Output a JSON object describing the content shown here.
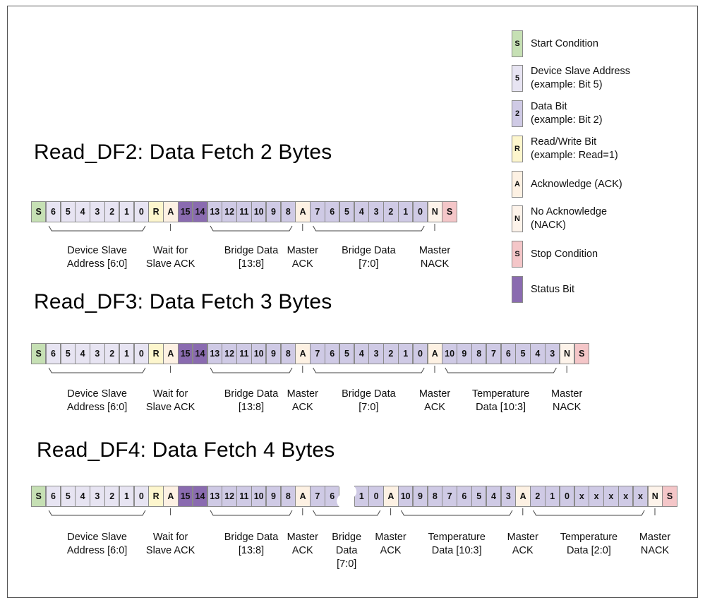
{
  "legend": [
    {
      "glyph": "S",
      "kind": "start",
      "lines": [
        "Start Condition"
      ]
    },
    {
      "glyph": "5",
      "kind": "addr",
      "lines": [
        "Device Slave Address",
        "(example: Bit 5)"
      ]
    },
    {
      "glyph": "2",
      "kind": "data",
      "lines": [
        "Data Bit",
        "(example: Bit 2)"
      ]
    },
    {
      "glyph": "R",
      "kind": "rw",
      "lines": [
        "Read/Write Bit",
        "(example: Read=1)"
      ]
    },
    {
      "glyph": "A",
      "kind": "ack",
      "lines": [
        "Acknowledge (ACK)"
      ]
    },
    {
      "glyph": "N",
      "kind": "nack",
      "lines": [
        "No Acknowledge",
        "(NACK)"
      ]
    },
    {
      "glyph": "S",
      "kind": "stop",
      "lines": [
        "Stop Condition"
      ]
    },
    {
      "glyph": "",
      "kind": "status",
      "lines": [
        "Status Bit"
      ]
    }
  ],
  "frames": [
    {
      "title": "Read_DF2: Data Fetch 2 Bytes",
      "cells": [
        {
          "t": "S",
          "k": "start"
        },
        {
          "t": "6",
          "k": "addr"
        },
        {
          "t": "5",
          "k": "addr"
        },
        {
          "t": "4",
          "k": "addr"
        },
        {
          "t": "3",
          "k": "addr"
        },
        {
          "t": "2",
          "k": "addr"
        },
        {
          "t": "1",
          "k": "addr"
        },
        {
          "t": "0",
          "k": "addr"
        },
        {
          "t": "R",
          "k": "rw"
        },
        {
          "t": "A",
          "k": "ack"
        },
        {
          "t": "15",
          "k": "status"
        },
        {
          "t": "14",
          "k": "status"
        },
        {
          "t": "13",
          "k": "data"
        },
        {
          "t": "12",
          "k": "data"
        },
        {
          "t": "11",
          "k": "data"
        },
        {
          "t": "10",
          "k": "data"
        },
        {
          "t": "9",
          "k": "data"
        },
        {
          "t": "8",
          "k": "data"
        },
        {
          "t": "A",
          "k": "ack"
        },
        {
          "t": "7",
          "k": "data"
        },
        {
          "t": "6",
          "k": "data"
        },
        {
          "t": "5",
          "k": "data"
        },
        {
          "t": "4",
          "k": "data"
        },
        {
          "t": "3",
          "k": "data"
        },
        {
          "t": "2",
          "k": "data"
        },
        {
          "t": "1",
          "k": "data"
        },
        {
          "t": "0",
          "k": "data"
        },
        {
          "t": "N",
          "k": "nack"
        },
        {
          "t": "S",
          "k": "stop"
        }
      ],
      "labels": [
        {
          "lines": [
            "Device Slave",
            "Address [6:0]"
          ],
          "type": "brace",
          "from": 1,
          "to": 7
        },
        {
          "lines": [
            "Wait for",
            "Slave ACK"
          ],
          "type": "tick",
          "at": 9
        },
        {
          "lines": [
            "Bridge Data",
            "[13:8]"
          ],
          "type": "brace",
          "from": 12,
          "to": 17
        },
        {
          "lines": [
            "Master",
            "ACK"
          ],
          "type": "tick",
          "at": 18
        },
        {
          "lines": [
            "Bridge Data",
            "[7:0]"
          ],
          "type": "brace",
          "from": 19,
          "to": 26
        },
        {
          "lines": [
            "Master",
            "NACK"
          ],
          "type": "tick",
          "at": 27
        }
      ]
    },
    {
      "title": "Read_DF3: Data Fetch 3 Bytes",
      "cells": [
        {
          "t": "S",
          "k": "start"
        },
        {
          "t": "6",
          "k": "addr"
        },
        {
          "t": "5",
          "k": "addr"
        },
        {
          "t": "4",
          "k": "addr"
        },
        {
          "t": "3",
          "k": "addr"
        },
        {
          "t": "2",
          "k": "addr"
        },
        {
          "t": "1",
          "k": "addr"
        },
        {
          "t": "0",
          "k": "addr"
        },
        {
          "t": "R",
          "k": "rw"
        },
        {
          "t": "A",
          "k": "ack"
        },
        {
          "t": "15",
          "k": "status"
        },
        {
          "t": "14",
          "k": "status"
        },
        {
          "t": "13",
          "k": "data"
        },
        {
          "t": "12",
          "k": "data"
        },
        {
          "t": "11",
          "k": "data"
        },
        {
          "t": "10",
          "k": "data"
        },
        {
          "t": "9",
          "k": "data"
        },
        {
          "t": "8",
          "k": "data"
        },
        {
          "t": "A",
          "k": "ack"
        },
        {
          "t": "7",
          "k": "data"
        },
        {
          "t": "6",
          "k": "data"
        },
        {
          "t": "5",
          "k": "data"
        },
        {
          "t": "4",
          "k": "data"
        },
        {
          "t": "3",
          "k": "data"
        },
        {
          "t": "2",
          "k": "data"
        },
        {
          "t": "1",
          "k": "data"
        },
        {
          "t": "0",
          "k": "data"
        },
        {
          "t": "A",
          "k": "ack"
        },
        {
          "t": "10",
          "k": "data"
        },
        {
          "t": "9",
          "k": "data"
        },
        {
          "t": "8",
          "k": "data"
        },
        {
          "t": "7",
          "k": "data"
        },
        {
          "t": "6",
          "k": "data"
        },
        {
          "t": "5",
          "k": "data"
        },
        {
          "t": "4",
          "k": "data"
        },
        {
          "t": "3",
          "k": "data"
        },
        {
          "t": "N",
          "k": "nack"
        },
        {
          "t": "S",
          "k": "stop"
        }
      ],
      "labels": [
        {
          "lines": [
            "Device Slave",
            "Address [6:0]"
          ],
          "type": "brace",
          "from": 1,
          "to": 7
        },
        {
          "lines": [
            "Wait for",
            "Slave ACK"
          ],
          "type": "tick",
          "at": 9
        },
        {
          "lines": [
            "Bridge Data",
            "[13:8]"
          ],
          "type": "brace",
          "from": 12,
          "to": 17
        },
        {
          "lines": [
            "Master",
            "ACK"
          ],
          "type": "tick",
          "at": 18
        },
        {
          "lines": [
            "Bridge Data",
            "[7:0]"
          ],
          "type": "brace",
          "from": 19,
          "to": 26
        },
        {
          "lines": [
            "Master",
            "ACK"
          ],
          "type": "tick",
          "at": 27
        },
        {
          "lines": [
            "Temperature",
            "Data [10:3]"
          ],
          "type": "brace",
          "from": 28,
          "to": 35
        },
        {
          "lines": [
            "Master",
            "NACK"
          ],
          "type": "tick",
          "at": 36
        }
      ]
    },
    {
      "title": "Read_DF4: Data Fetch 4 Bytes",
      "cells": [
        {
          "t": "S",
          "k": "start"
        },
        {
          "t": "6",
          "k": "addr"
        },
        {
          "t": "5",
          "k": "addr"
        },
        {
          "t": "4",
          "k": "addr"
        },
        {
          "t": "3",
          "k": "addr"
        },
        {
          "t": "2",
          "k": "addr"
        },
        {
          "t": "1",
          "k": "addr"
        },
        {
          "t": "0",
          "k": "addr"
        },
        {
          "t": "R",
          "k": "rw"
        },
        {
          "t": "A",
          "k": "ack"
        },
        {
          "t": "15",
          "k": "status"
        },
        {
          "t": "14",
          "k": "status"
        },
        {
          "t": "13",
          "k": "data"
        },
        {
          "t": "12",
          "k": "data"
        },
        {
          "t": "11",
          "k": "data"
        },
        {
          "t": "10",
          "k": "data"
        },
        {
          "t": "9",
          "k": "data"
        },
        {
          "t": "8",
          "k": "data"
        },
        {
          "t": "A",
          "k": "ack"
        },
        {
          "t": "7",
          "k": "data"
        },
        {
          "t": "6",
          "k": "data"
        },
        {
          "t": "",
          "k": "gap"
        },
        {
          "t": "1",
          "k": "data"
        },
        {
          "t": "0",
          "k": "data"
        },
        {
          "t": "A",
          "k": "ack"
        },
        {
          "t": "10",
          "k": "data"
        },
        {
          "t": "9",
          "k": "data"
        },
        {
          "t": "8",
          "k": "data"
        },
        {
          "t": "7",
          "k": "data"
        },
        {
          "t": "6",
          "k": "data"
        },
        {
          "t": "5",
          "k": "data"
        },
        {
          "t": "4",
          "k": "data"
        },
        {
          "t": "3",
          "k": "data"
        },
        {
          "t": "A",
          "k": "ack"
        },
        {
          "t": "2",
          "k": "data"
        },
        {
          "t": "1",
          "k": "data"
        },
        {
          "t": "0",
          "k": "data"
        },
        {
          "t": "x",
          "k": "data"
        },
        {
          "t": "x",
          "k": "data"
        },
        {
          "t": "x",
          "k": "data"
        },
        {
          "t": "x",
          "k": "data"
        },
        {
          "t": "x",
          "k": "data"
        },
        {
          "t": "N",
          "k": "nack"
        },
        {
          "t": "S",
          "k": "stop"
        }
      ],
      "labels": [
        {
          "lines": [
            "Device Slave",
            "Address [6:0]"
          ],
          "type": "brace",
          "from": 1,
          "to": 7
        },
        {
          "lines": [
            "Wait for",
            "Slave ACK"
          ],
          "type": "tick",
          "at": 9
        },
        {
          "lines": [
            "Bridge Data",
            "[13:8]"
          ],
          "type": "brace",
          "from": 12,
          "to": 17
        },
        {
          "lines": [
            "Master",
            "ACK"
          ],
          "type": "tick",
          "at": 18
        },
        {
          "lines": [
            "Bridge",
            "Data",
            "[7:0]"
          ],
          "type": "brace",
          "from": 19,
          "to": 23
        },
        {
          "lines": [
            "Master",
            "ACK"
          ],
          "type": "tick",
          "at": 24
        },
        {
          "lines": [
            "Temperature",
            "Data [10:3]"
          ],
          "type": "brace",
          "from": 25,
          "to": 32
        },
        {
          "lines": [
            "Master",
            "ACK"
          ],
          "type": "tick",
          "at": 33
        },
        {
          "lines": [
            "Temperature",
            "Data [2:0]"
          ],
          "type": "brace",
          "from": 34,
          "to": 41
        },
        {
          "lines": [
            "Master",
            "NACK"
          ],
          "type": "tick",
          "at": 42
        }
      ]
    }
  ]
}
